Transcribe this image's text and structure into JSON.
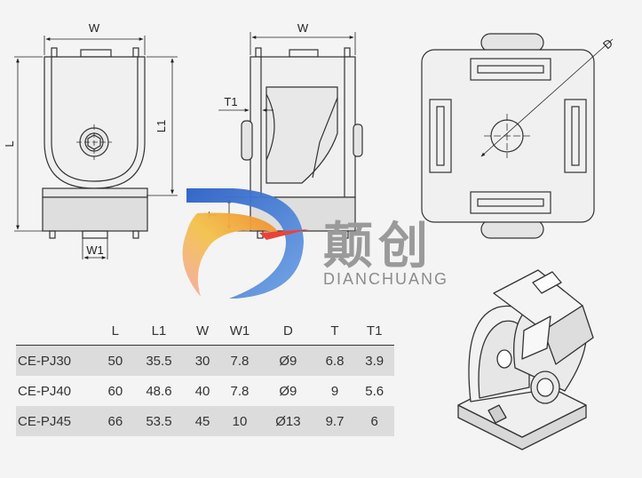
{
  "drawing": {
    "front_view": {
      "width_label": "W",
      "length_label": "L",
      "l1_label": "L1",
      "w1_label": "W1"
    },
    "side_view": {
      "width_label": "W",
      "t1_label": "T1",
      "t_label": "T"
    },
    "top_view": {
      "diameter_label": "D"
    }
  },
  "brand": {
    "chinese": "颠创",
    "english": "DIANCHUANG"
  },
  "spec_table": {
    "headers": [
      "",
      "L",
      "L1",
      "W",
      "W1",
      "D",
      "T",
      "T1"
    ],
    "rows": [
      {
        "model": "CE-PJ30",
        "L": "50",
        "L1": "35.5",
        "W": "30",
        "W1": "7.8",
        "D": "Ø9",
        "T": "6.8",
        "T1": "3.9"
      },
      {
        "model": "CE-PJ40",
        "L": "60",
        "L1": "48.6",
        "W": "40",
        "W1": "7.8",
        "D": "Ø9",
        "T": "9",
        "T1": "5.6"
      },
      {
        "model": "CE-PJ45",
        "L": "66",
        "L1": "53.5",
        "W": "45",
        "W1": "10",
        "D": "Ø13",
        "T": "9.7",
        "T1": "6"
      }
    ]
  }
}
